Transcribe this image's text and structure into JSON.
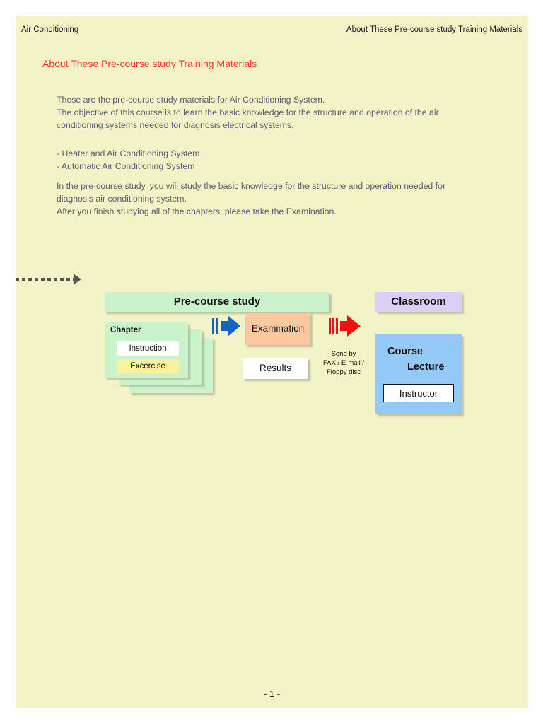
{
  "page": {
    "background_color": "#f2f4c8",
    "footer": "- 1 -"
  },
  "running_head": {
    "left": "Air Conditioning",
    "right": "About These Pre-course study Training Materials"
  },
  "title": {
    "text": "About These Pre-course study Training Materials",
    "color": "#f0372a"
  },
  "body": {
    "paragraph1": [
      "These are the pre-course study materials for Air Conditioning System.",
      "The objective of this course is to learn the basic knowledge for the structure and operation of the air",
      "conditioning systems needed for diagnosis electrical systems."
    ],
    "list": [
      "- Heater and Air Conditioning System",
      "- Automatic Air Conditioning System"
    ],
    "paragraph2": [
      "In the pre-course study, you will study the basic knowledge for the structure and operation needed for",
      "diagnosis air conditioning system.",
      "After you finish studying all of the chapters, please take the Examination."
    ]
  },
  "diagram": {
    "banner_precourse": "Pre-course study",
    "banner_classroom": "Classroom",
    "chapter_label": "Chapter",
    "chip_instruction": "Instruction",
    "chip_excercise": "Excercise",
    "box_examination": "Examination",
    "box_results": "Results",
    "send_label": [
      "Send by",
      "FAX / E-mail /",
      "Floppy disc"
    ],
    "lecture_line1": "Course",
    "lecture_line2": "Lecture",
    "chip_instructor": "Instructor",
    "colors": {
      "green": "#cbf3cb",
      "lavender": "#d8d0f5",
      "peach": "#fac9a0",
      "blue": "#93c9f5",
      "yellow": "#fbf39a",
      "arrow_blue": "#1366c0",
      "arrow_red": "#ee1111"
    }
  }
}
